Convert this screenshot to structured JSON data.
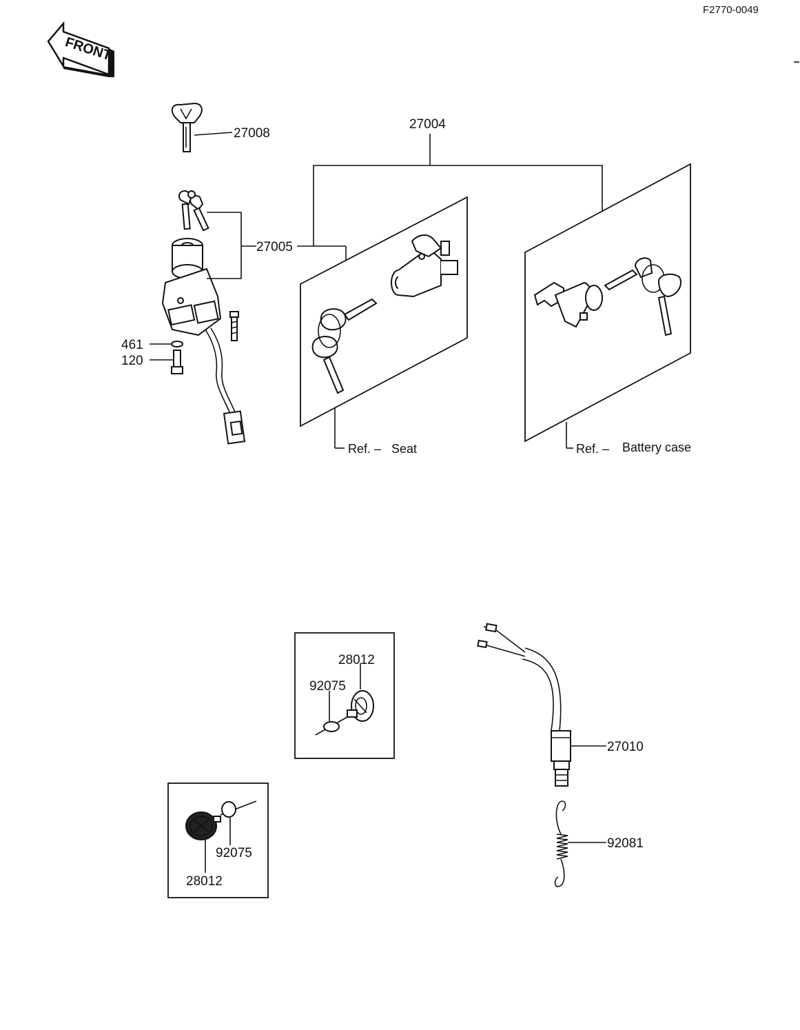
{
  "doc_code": "F2770-0049",
  "front_badge": "FRONT",
  "callouts": {
    "key_blank": "27008",
    "lock_set": "27004",
    "ignition_switch": "27005",
    "washer": "461",
    "bolt": "120",
    "seat_ref_prefix": "Ref. –",
    "seat_ref": "Seat",
    "battery_ref_prefix": "Ref. –",
    "battery_ref": "Battery case",
    "reflector_a": "28012",
    "washer_a": "92075",
    "reflector_b": "28012",
    "washer_b": "92075",
    "brake_switch": "27010",
    "spring": "92081"
  }
}
